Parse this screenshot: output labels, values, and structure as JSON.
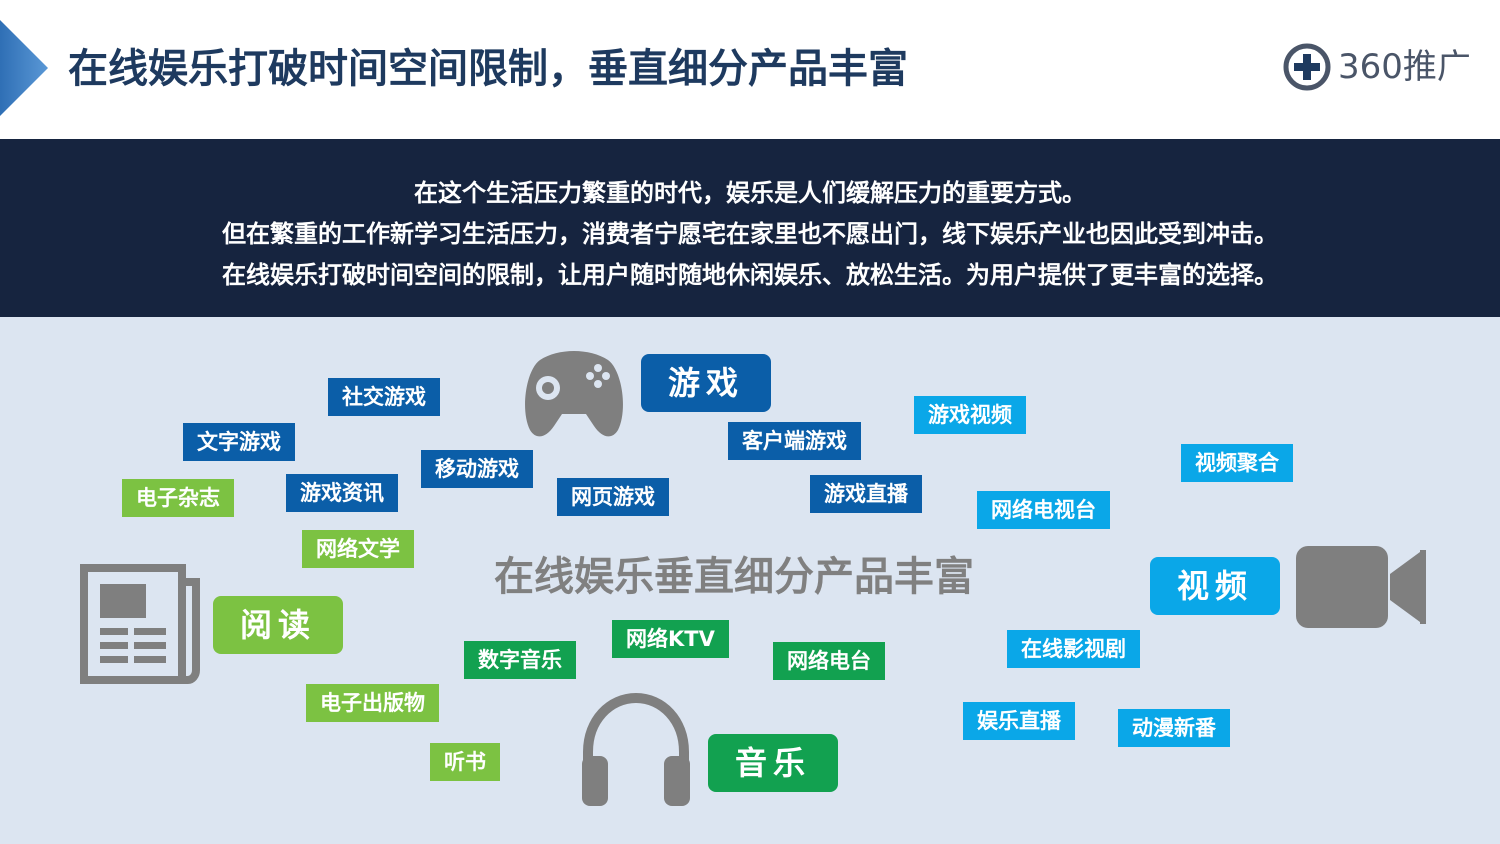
{
  "header": {
    "title": "在线娱乐打破时间空间限制，垂直细分产品丰富",
    "logo_text": "360推广"
  },
  "banner": {
    "lines": [
      "在这个生活压力繁重的时代，娱乐是人们缓解压力的重要方式。",
      "但在繁重的工作新学习生活压力，消费者宁愿宅在家里也不愿出门，线下娱乐产业也因此受到冲击。",
      "在线娱乐打破时间空间的限制，让用户随时随地休闲娱乐、放松生活。为用户提供了更丰富的选择。"
    ]
  },
  "diagram": {
    "center_title": "在线娱乐垂直细分产品丰富",
    "categories": {
      "game": "游戏",
      "read": "阅读",
      "video": "视频",
      "music": "音乐"
    },
    "tags": {
      "game": [
        "社交游戏",
        "文字游戏",
        "移动游戏",
        "游戏资讯",
        "网页游戏",
        "客户端游戏",
        "游戏直播"
      ],
      "read": [
        "电子杂志",
        "网络文学",
        "电子出版物",
        "听书"
      ],
      "video": [
        "游戏视频",
        "视频聚合",
        "网络电视台",
        "在线影视剧",
        "娱乐直播",
        "动漫新番"
      ],
      "music": [
        "数字音乐",
        "网络KTV",
        "网络电台"
      ]
    }
  },
  "colors": {
    "game": "#0b5ea8",
    "video": "#0aa7e8",
    "read": "#7cc242",
    "music": "#12a150",
    "title": "#1e3a5f",
    "banner": "#16243f",
    "diagram_bg": "#dce5f1"
  }
}
